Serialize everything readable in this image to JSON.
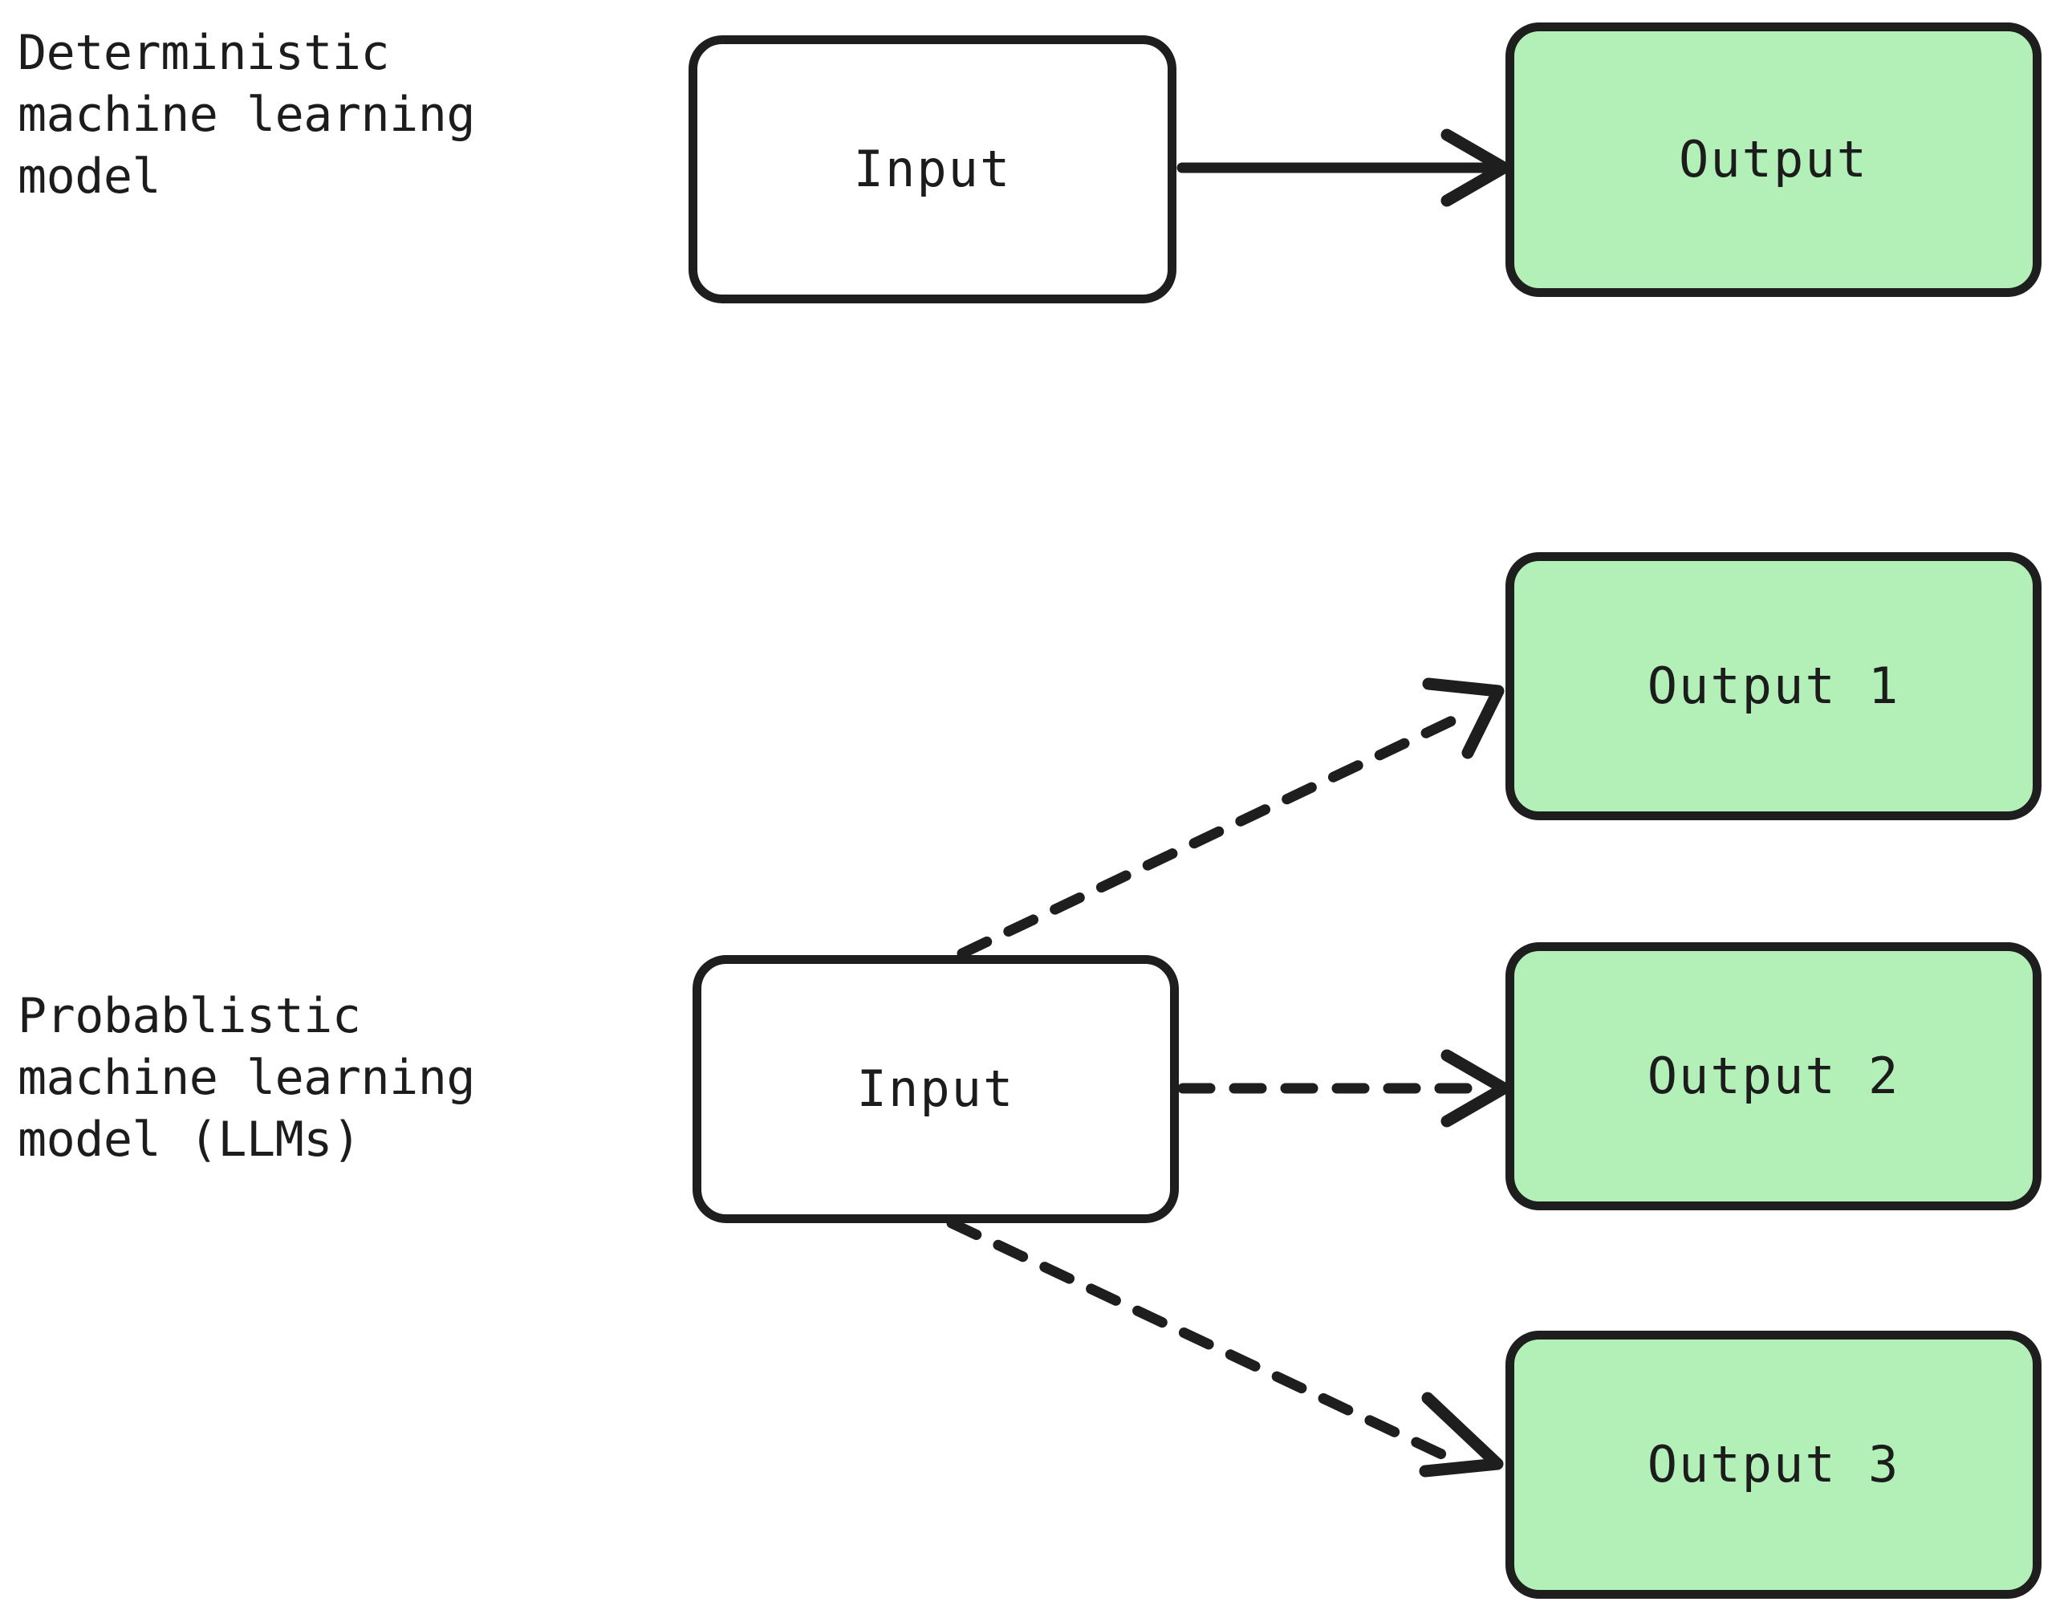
{
  "diagram": {
    "type": "flow-diagram",
    "background_color": "#ffffff",
    "stroke_color": "#1e1e1e",
    "output_fill_color": "#b2f0b8",
    "input_fill_color": "#ffffff",
    "rows": [
      {
        "id": "deterministic",
        "label": "Deterministic\nmachine learning\nmodel",
        "input_label": "Input",
        "edge_style": "solid",
        "outputs": [
          "Output"
        ]
      },
      {
        "id": "probabilistic",
        "label": "Probablistic\nmachine learning\nmodel (LLMs)",
        "input_label": "Input",
        "edge_style": "dashed",
        "outputs": [
          "Output 1",
          "Output 2",
          "Output 3"
        ]
      }
    ]
  },
  "nodes": {
    "input_deterministic": "Input",
    "output_deterministic": "Output",
    "input_probabilistic": "Input",
    "output_1": "Output 1",
    "output_2": "Output 2",
    "output_3": "Output 3"
  },
  "labels": {
    "deterministic": "Deterministic\nmachine learning\nmodel",
    "probabilistic": "Probablistic\nmachine learning\nmodel (LLMs)"
  }
}
